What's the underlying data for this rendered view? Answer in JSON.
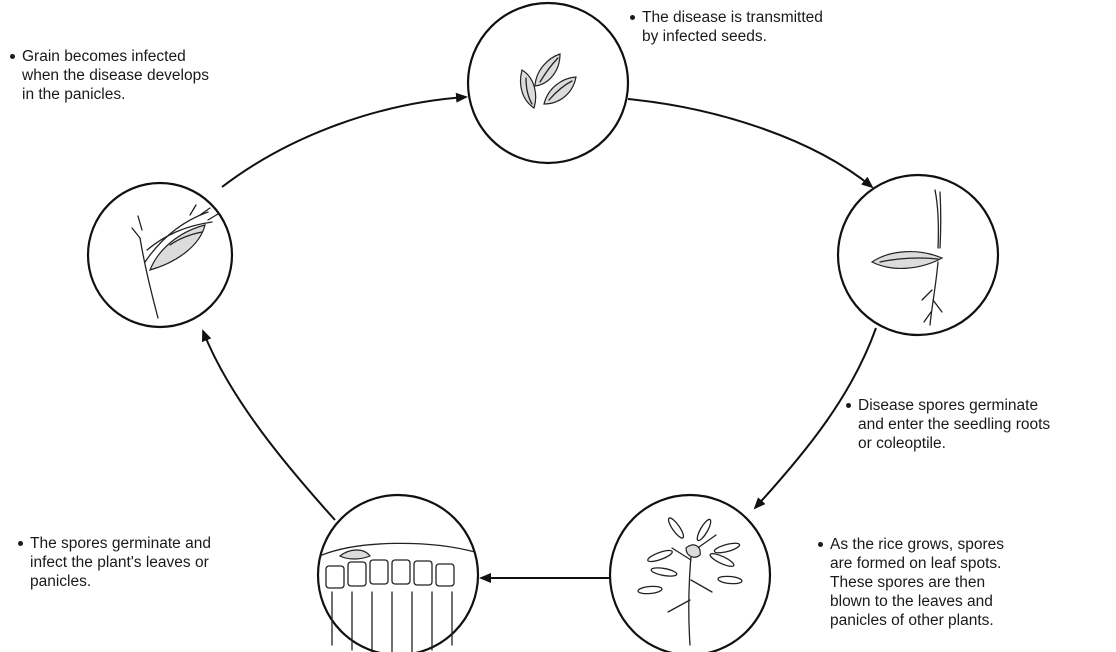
{
  "stages": [
    {
      "id": "seeds",
      "illustration": "infected-seeds",
      "caption": [
        "The disease is transmitted",
        "by infected seeds."
      ]
    },
    {
      "id": "seedling",
      "illustration": "germinating-seedling",
      "caption": [
        "Disease spores germinate",
        "and enter the seedling roots",
        "or coleoptile."
      ]
    },
    {
      "id": "spores",
      "illustration": "spore-cluster",
      "caption": [
        "As the rice grows, spores",
        "are formed on leaf spots.",
        "These spores are then",
        "blown to the leaves and",
        "panicles of other plants."
      ]
    },
    {
      "id": "leaf-cells",
      "illustration": "infected-leaf-cells",
      "caption": [
        "The spores germinate and",
        "infect the plant's leaves or",
        "panicles."
      ]
    },
    {
      "id": "panicle",
      "illustration": "infected-panicle",
      "caption": [
        "Grain becomes infected",
        "when the disease develops",
        "in the panicles."
      ]
    }
  ],
  "cycle_direction": "clockwise"
}
